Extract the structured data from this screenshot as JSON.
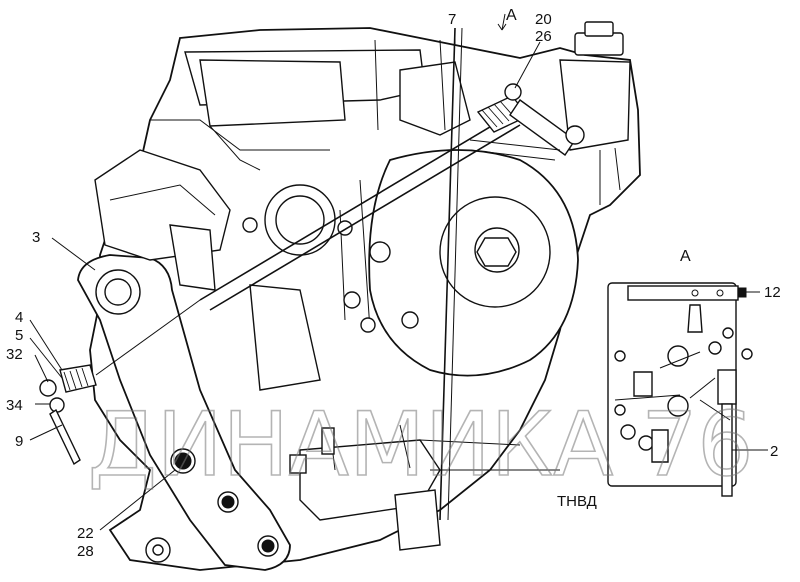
{
  "view_marker": "A",
  "inset": {
    "title": "А",
    "caption": "ТНВД",
    "callouts": [
      "12",
      "2"
    ]
  },
  "callouts": {
    "c7": "7",
    "c20": "20",
    "c26": "26",
    "c3": "3",
    "c4": "4",
    "c5": "5",
    "c32": "32",
    "c34": "34",
    "c9": "9",
    "c22": "22",
    "c28": "28"
  },
  "watermark": "ДИНАМИКА 76"
}
